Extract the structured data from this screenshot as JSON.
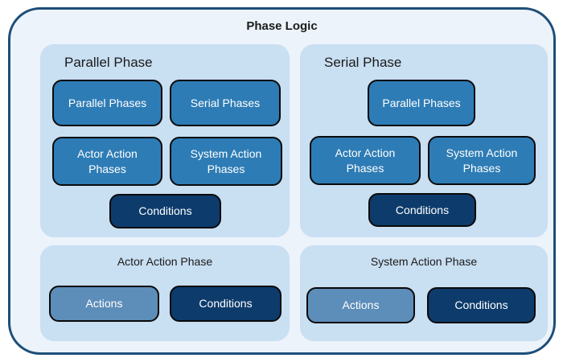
{
  "title": "Phase Logic",
  "colors": {
    "outer_bg": "#ecf3fb",
    "outer_border": "#1d4e79",
    "panel_bg": "#c9dff2",
    "box_blue": "#2e7cb5",
    "box_navy": "#0d3c6c",
    "box_steel": "#5d8db9",
    "box_border": "#0a0a0a",
    "box_text": "#ffffff",
    "title_text": "#1b1b1b"
  },
  "panels": {
    "parallel": {
      "title": "Parallel Phase",
      "boxes": [
        {
          "label": "Parallel Phases",
          "variant": "blue"
        },
        {
          "label": "Serial Phases",
          "variant": "blue"
        },
        {
          "label": "Actor Action Phases",
          "variant": "blue"
        },
        {
          "label": "System Action Phases",
          "variant": "blue"
        },
        {
          "label": "Conditions",
          "variant": "navy"
        }
      ]
    },
    "serial": {
      "title": "Serial Phase",
      "boxes": [
        {
          "label": "Parallel Phases",
          "variant": "blue"
        },
        {
          "label": "Actor Action Phases",
          "variant": "blue"
        },
        {
          "label": "System Action Phases",
          "variant": "blue"
        },
        {
          "label": "Conditions",
          "variant": "navy"
        }
      ]
    },
    "actor_action": {
      "title": "Actor Action Phase",
      "boxes": [
        {
          "label": "Actions",
          "variant": "steel"
        },
        {
          "label": "Conditions",
          "variant": "navy"
        }
      ]
    },
    "system_action": {
      "title": "System Action Phase",
      "boxes": [
        {
          "label": "Actions",
          "variant": "steel"
        },
        {
          "label": "Conditions",
          "variant": "navy"
        }
      ]
    }
  }
}
